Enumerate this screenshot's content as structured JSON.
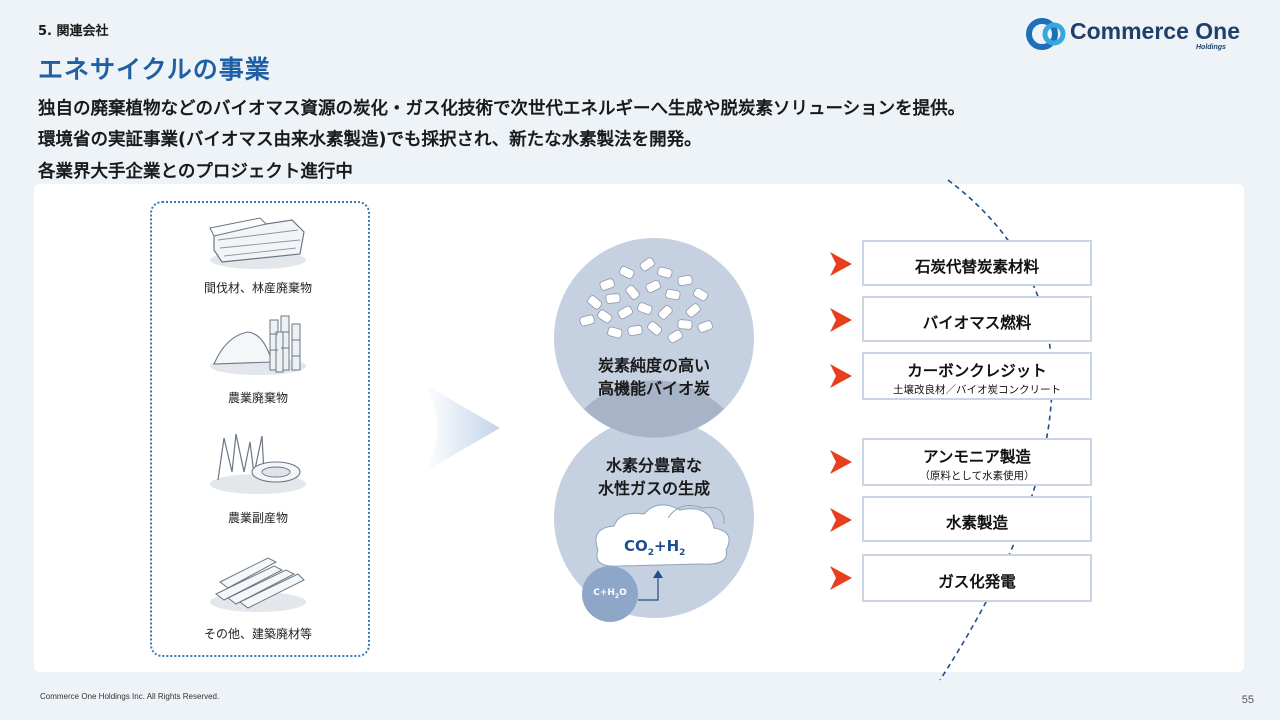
{
  "header": {
    "section": "5. 関連会社",
    "title": "エネサイクルの事業",
    "lead_lines": [
      "独自の廃棄植物などのバイオマス資源の炭化・ガス化技術で次世代エネルギーへ生成や脱炭素ソリューションを提供。",
      "環境省の実証事業(バイオマス由来水素製造)でも採択され、新たな水素製法を開発。",
      "各業界大手企業とのプロジェクト進行中"
    ]
  },
  "logo": {
    "name": "Commerce One",
    "sub": "Holdings",
    "colors": {
      "primary": "#1f6fb8",
      "accent": "#35a8e0",
      "text": "#20406a"
    }
  },
  "inputs": [
    {
      "label": "間伐材、林産廃棄物",
      "icon": "timber-icon"
    },
    {
      "label": "農業廃棄物",
      "icon": "bamboo-icon"
    },
    {
      "label": "農業副産物",
      "icon": "husk-icon"
    },
    {
      "label": "その他、建築廃材等",
      "icon": "lumber-icon"
    }
  ],
  "process": {
    "top_circle": {
      "line1": "炭素純度の高い",
      "line2": "高機能バイオ炭"
    },
    "bottom_circle": {
      "line1": "水素分豊富な",
      "line2": "水性ガスの生成"
    },
    "gas_formula": {
      "co": "CO",
      "co_sub": "2",
      "plus": "+H",
      "h_sub": "2"
    },
    "feed": {
      "c": "C+H",
      "sub": "2",
      "o": "O"
    }
  },
  "outputs": [
    {
      "main": "石炭代替炭素材料",
      "sub": ""
    },
    {
      "main": "バイオマス燃料",
      "sub": ""
    },
    {
      "main": "カーボンクレジット",
      "sub": "土壌改良材／バイオ炭コンクリート"
    },
    {
      "main": "アンモニア製造",
      "sub": "（原料として水素使用）"
    },
    {
      "main": "水素製造",
      "sub": ""
    },
    {
      "main": "ガス化発電",
      "sub": ""
    }
  ],
  "colors": {
    "title_blue": "#1f5fa3",
    "arrow_orange": "#e8401c",
    "circle_fill": "#c5d0e0",
    "dotted_blue": "#3a78b5"
  },
  "footer": {
    "copyright": "Commerce One Holdings Inc. All Rights Reserved.",
    "page": "55"
  }
}
